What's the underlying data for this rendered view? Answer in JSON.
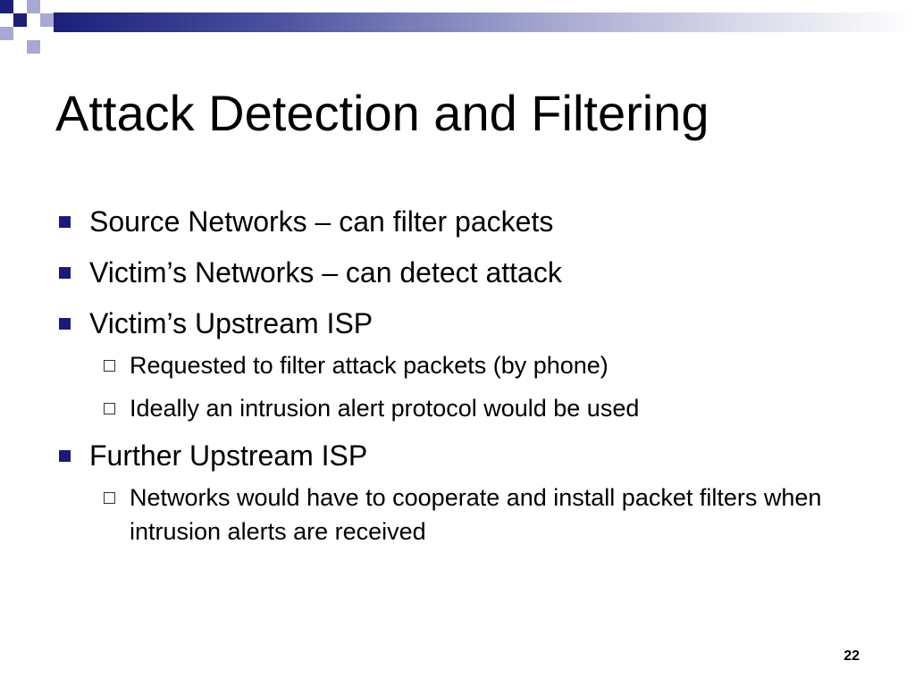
{
  "slide": {
    "title": "Attack Detection and Filtering",
    "bullets": [
      {
        "text": "Source Networks – can filter packets",
        "sub": []
      },
      {
        "text": "Victim’s Networks – can detect attack",
        "sub": []
      },
      {
        "text": "Victim’s Upstream ISP",
        "sub": [
          "Requested to filter attack packets (by phone)",
          "Ideally an intrusion alert protocol would be used"
        ]
      },
      {
        "text": "Further Upstream ISP",
        "sub": [
          "Networks would have to cooperate and install packet filters when intrusion alerts are received"
        ]
      }
    ],
    "page_number": "22"
  },
  "colors": {
    "accent_dark": "#1c1f7a",
    "accent_light": "#a7a9d2",
    "bullet": "#1a1a7a",
    "text": "#000000",
    "background": "#ffffff"
  },
  "icons": {
    "level1_bullet": "filled-square-bullet-icon",
    "level2_bullet": "hollow-square-bullet-icon"
  }
}
